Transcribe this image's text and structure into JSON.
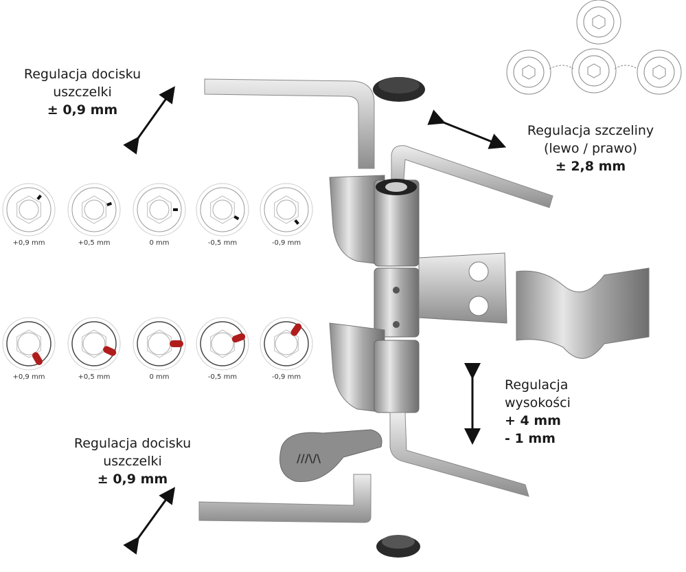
{
  "labels": {
    "top_left": {
      "line1": "Regulacja docisku",
      "line2": "uszczelki",
      "value": "± 0,9 mm"
    },
    "top_right": {
      "line1": "Regulacja szczeliny",
      "line2": "(lewo / prawo)",
      "value": "± 2,8 mm"
    },
    "height": {
      "line1": "Regulacja",
      "line2": "wysokości",
      "value1": "+ 4 mm",
      "value2": "- 1 mm"
    },
    "bottom_left": {
      "line1": "Regulacja docisku",
      "line2": "uszczelki",
      "value": "± 0,9 mm"
    }
  },
  "dials_top": [
    "+0,9 mm",
    "+0,5 mm",
    "0 mm",
    "-0,5 mm",
    "-0,9 mm"
  ],
  "dials_bottom": [
    "+0,9 mm",
    "+0,5 mm",
    "0 mm",
    "-0,5 mm",
    "-0,9 mm"
  ],
  "colors": {
    "marker_red": "#b01c1c",
    "steel": "#b8b8b8",
    "text": "#1a1a1a"
  }
}
